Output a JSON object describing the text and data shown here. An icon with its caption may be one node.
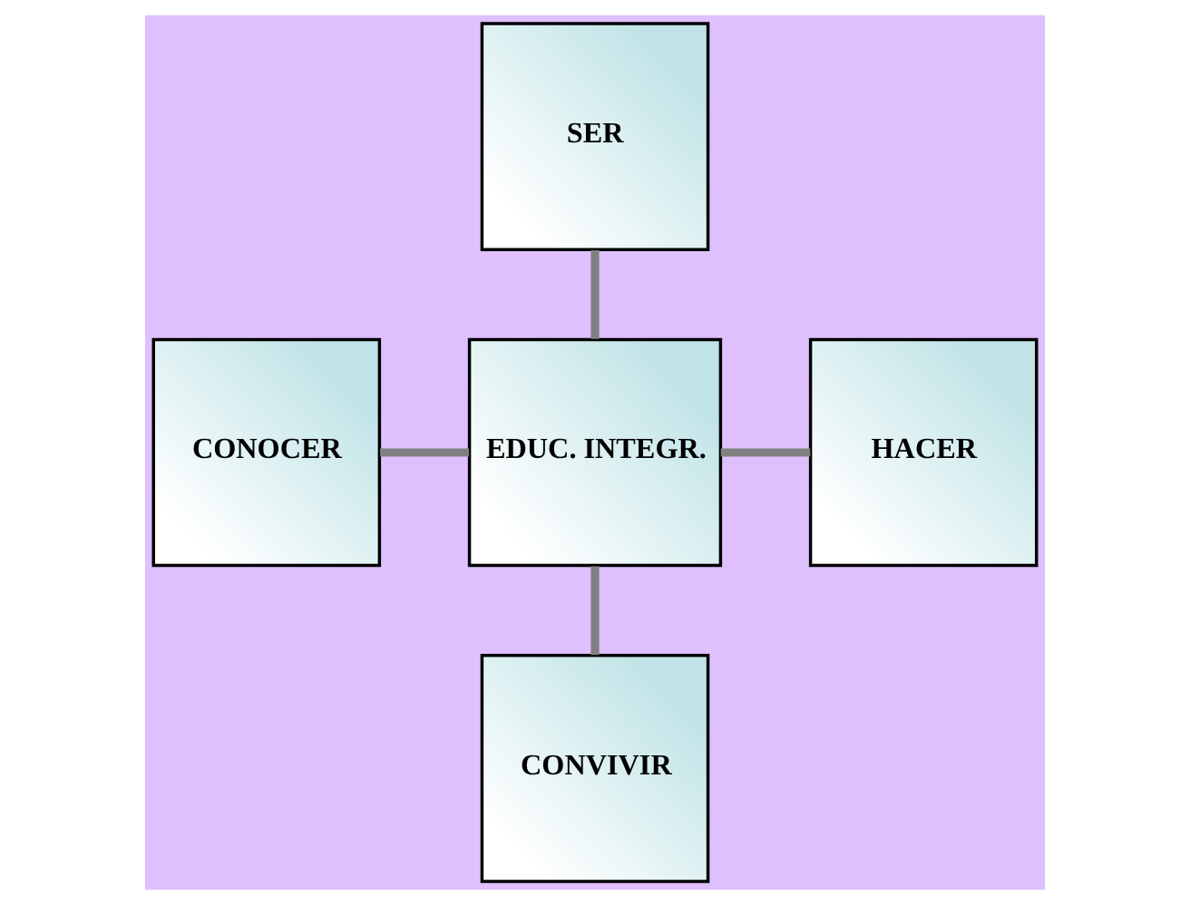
{
  "diagram": {
    "nodes": [
      {
        "text": [
          "SER"
        ]
      },
      {
        "text": [
          "CONOCER"
        ]
      },
      {
        "text": [
          "EDUC. INTEGR."
        ]
      },
      {
        "text": [
          "HACER"
        ]
      },
      {
        "text": [
          "CONVIVIR"
        ]
      }
    ],
    "edges": [
      {
        "from": 0,
        "to": 2,
        "arrow": "none"
      },
      {
        "from": 1,
        "to": 2,
        "arrow": "none"
      },
      {
        "from": 2,
        "to": 3,
        "arrow": "none"
      },
      {
        "from": 2,
        "to": 4,
        "arrow": "none"
      }
    ]
  }
}
